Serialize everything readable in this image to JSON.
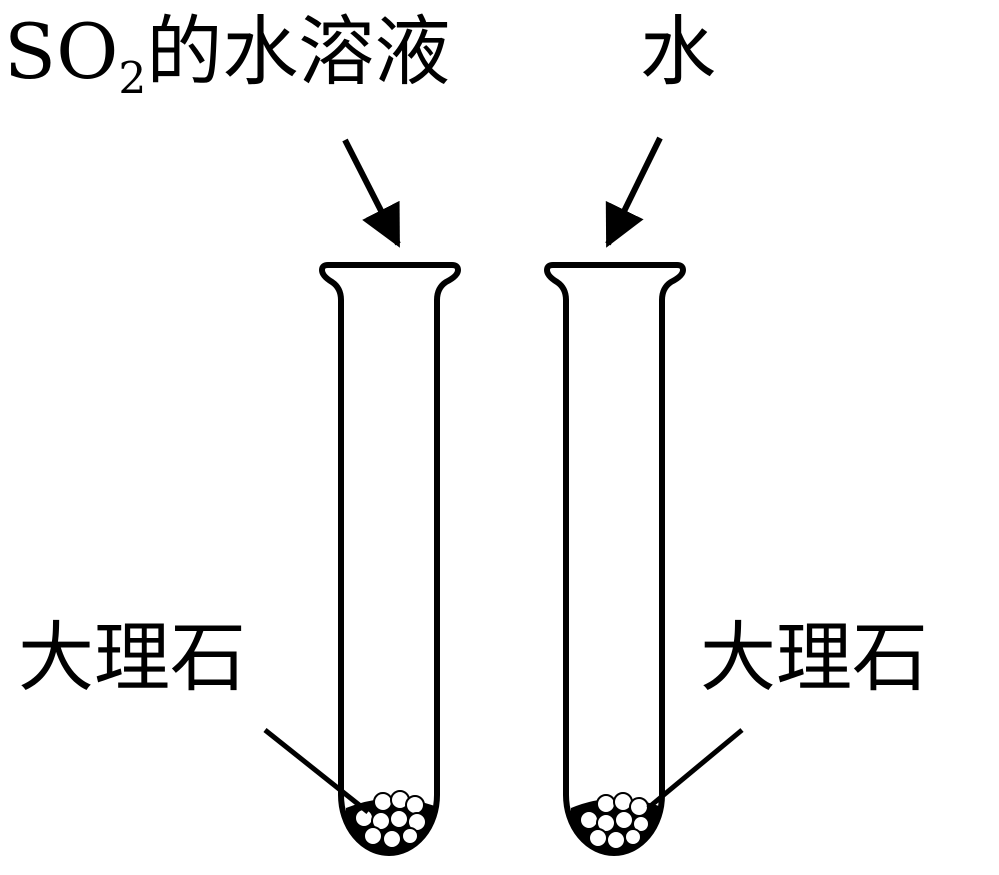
{
  "labels": {
    "so2_prefix": "SO",
    "so2_subscript": "2",
    "so2_suffix": "的水溶液",
    "water": "水",
    "marble_left": "大理石",
    "marble_right": "大理石"
  },
  "colors": {
    "ink": "#000000",
    "background": "#ffffff"
  }
}
